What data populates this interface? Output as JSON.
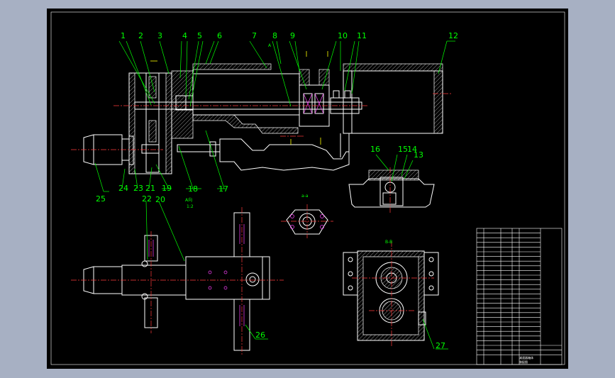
{
  "drawing": {
    "part_labels": [
      "1",
      "2",
      "3",
      "4",
      "5",
      "6",
      "7",
      "8",
      "9",
      "10",
      "11",
      "12",
      "13",
      "14",
      "15",
      "16",
      "17",
      "18",
      "19",
      "20",
      "21",
      "22",
      "23",
      "24",
      "25",
      "26",
      "27"
    ],
    "view_labels": {
      "section_a_mark": "A",
      "detail_a_name": "A向",
      "detail_a_scale": "1:2",
      "section_a": "a-a",
      "section_b": "B-B"
    },
    "title_block": {
      "title_line1": "减速器箱体",
      "title_line2": "装配图"
    },
    "colors": {
      "background": "#a7b0c3",
      "sheet": "#000000",
      "outline": "#ffffff",
      "labels": "#00ff00",
      "centerline": "#ff3b3b",
      "hidden": "#ff40ff",
      "leader": "#00ff00"
    }
  }
}
